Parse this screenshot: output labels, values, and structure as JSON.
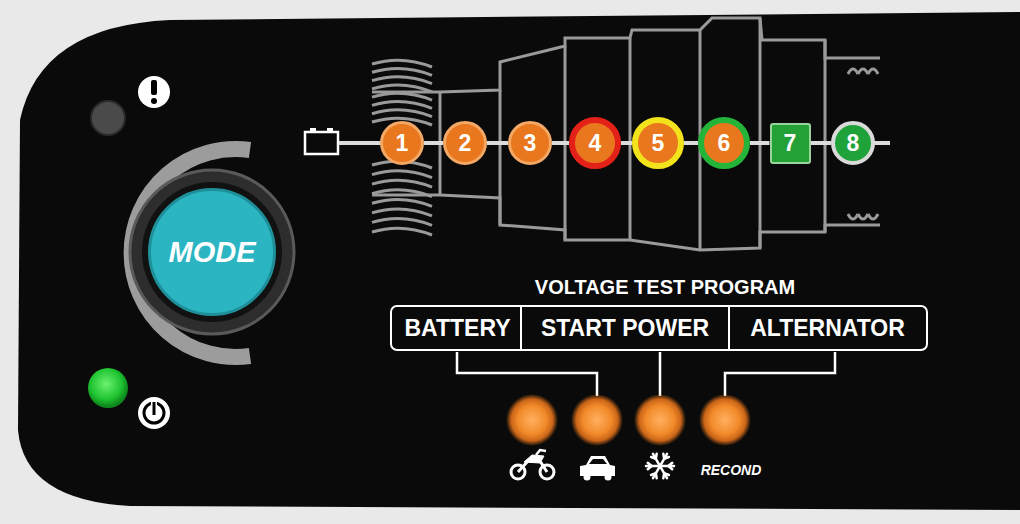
{
  "diagram": {
    "nodes": [
      {
        "text": [
          "MODE"
        ]
      },
      {
        "text": [
          "1"
        ]
      },
      {
        "text": [
          "2"
        ]
      },
      {
        "text": [
          "3"
        ]
      },
      {
        "text": [
          "4"
        ]
      },
      {
        "text": [
          "5"
        ]
      },
      {
        "text": [
          "6"
        ]
      },
      {
        "text": [
          "7"
        ]
      },
      {
        "text": [
          "8"
        ]
      },
      {
        "text": [
          "BATTERY"
        ]
      },
      {
        "text": [
          "START POWER"
        ]
      },
      {
        "text": [
          "ALTERNATOR"
        ]
      }
    ],
    "edges": [
      {
        "from": 1,
        "to": 2,
        "arrow": "none"
      },
      {
        "from": 2,
        "to": 3,
        "arrow": "none"
      },
      {
        "from": 3,
        "to": 4,
        "arrow": "none"
      },
      {
        "from": 4,
        "to": 5,
        "arrow": "none"
      },
      {
        "from": 5,
        "to": 6,
        "arrow": "none"
      },
      {
        "from": 6,
        "to": 7,
        "arrow": "none"
      },
      {
        "from": 7,
        "to": 8,
        "arrow": "none"
      }
    ],
    "labels": [
      "VOLTAGE TEST PROGRAM",
      "RECOND"
    ]
  }
}
